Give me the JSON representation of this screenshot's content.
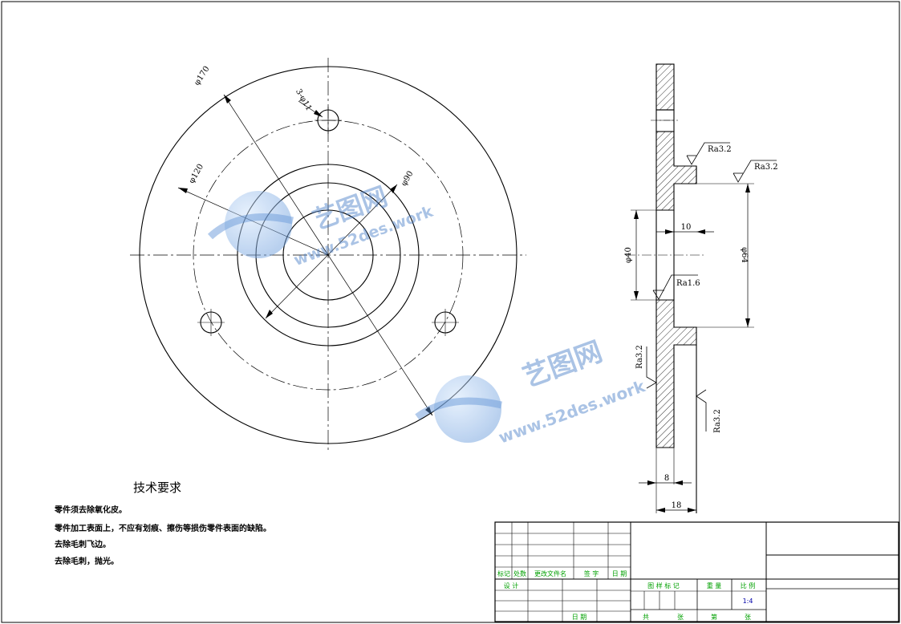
{
  "front_view": {
    "dims": {
      "phi170": "φ170",
      "phi120": "φ120",
      "phi90": "φ90",
      "holes": "3-φ11"
    }
  },
  "section_view": {
    "dims": {
      "ten": "10",
      "phi40": "φ40",
      "phi64": "φ64",
      "eight": "8",
      "eighteen": "18"
    },
    "roughness": {
      "r1": "Ra3.2",
      "r2": "Ra3.2",
      "r3": "Ra1.6",
      "r4": "Ra3.2",
      "r5": "Ra3.2"
    }
  },
  "tech_req": {
    "title": "技术要求",
    "items": [
      "零件须去除氧化皮。",
      "零件加工表面上，不应有划痕、擦伤等损伤零件表面的缺陷。",
      "去除毛刺飞边。",
      "去除毛刺，抛光。"
    ]
  },
  "title_block": {
    "mark": "标记",
    "count": "处数",
    "change_doc": "更改文件名",
    "sign": "签 字",
    "date_hdr": "日 期",
    "design": "设 计",
    "stage_mark": "图 样 标 记",
    "weight": "重 量",
    "scale": "比 例",
    "scale_val": "1:4",
    "date": "日 期",
    "total": "共",
    "sheets": "张",
    "no": "第",
    "sheet": "张"
  },
  "watermark": {
    "brand": "艺图网",
    "url": "www.52des.work"
  }
}
